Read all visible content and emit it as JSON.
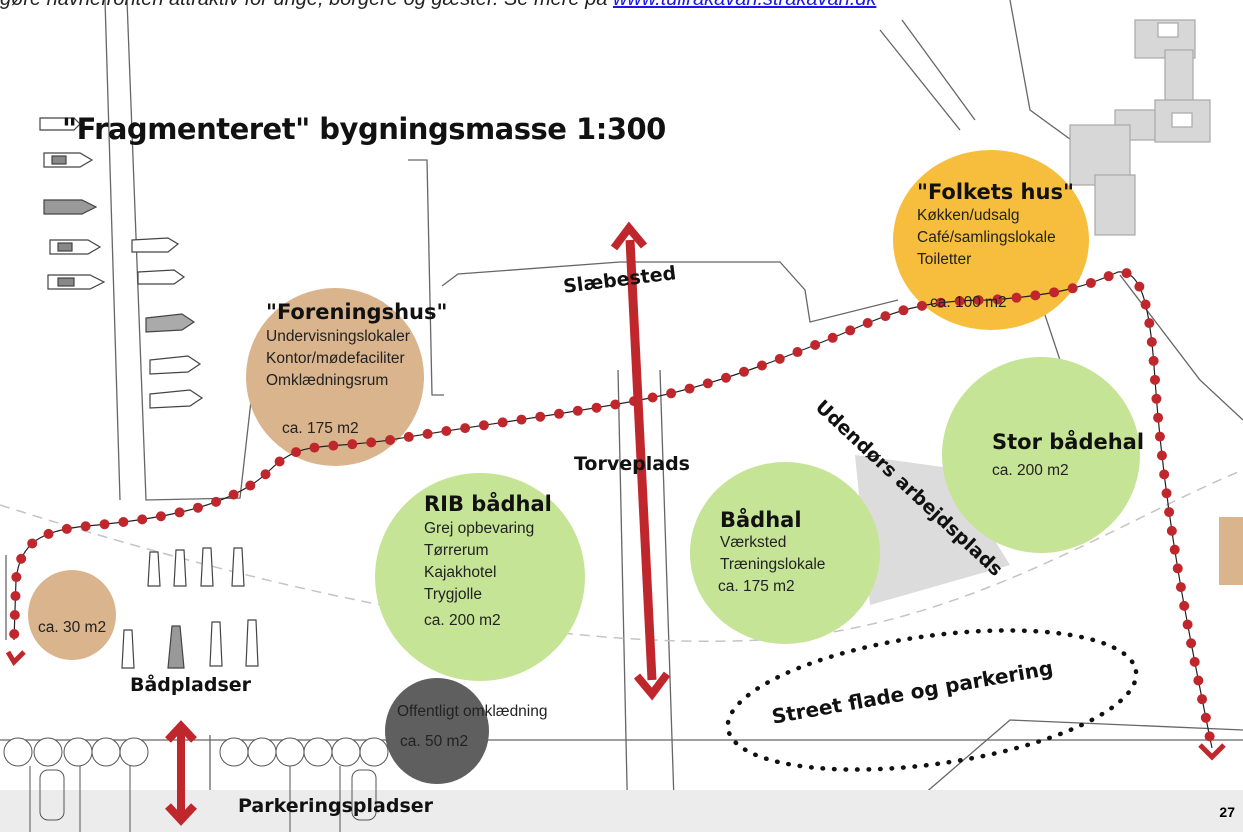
{
  "header": {
    "intro_text": "gøre havnefronten attraktiv for unge, borgere og gæster. Se mere på",
    "link_text": "www.tullrakavan.strakavan.dk"
  },
  "title": "\"Fragmenteret\" bygningsmasse 1:300",
  "areas": {
    "foreningshus": {
      "name": "\"Foreningshus\"",
      "lines": [
        "Undervisningslokaler",
        "Kontor/mødefaciliter",
        "Omklædningsrum"
      ],
      "area": "ca. 175 m2",
      "color": "#d9b48c"
    },
    "folkets_hus": {
      "name": "\"Folkets hus\"",
      "lines": [
        "Køkken/udsalg",
        "Café/samlingslokale",
        "Toiletter"
      ],
      "area": "ca. 100 m2",
      "color": "#f6be3c"
    },
    "rib": {
      "name": "RIB bådhal",
      "lines": [
        "Grej opbevaring",
        "Tørrerum",
        "Kajakhotel",
        "Trygjolle"
      ],
      "area": "ca. 200 m2",
      "color": "#c6e496"
    },
    "badhal": {
      "name": "Bådhal",
      "lines": [
        "Værksted",
        "Træningslokale"
      ],
      "area": "ca. 175 m2",
      "color": "#c6e496"
    },
    "stor": {
      "name": "Stor bådehal",
      "area": "ca. 200 m2",
      "color": "#c6e496"
    },
    "small": {
      "area": "ca. 30 m2",
      "color": "#d9b48c"
    },
    "omklaedning": {
      "name": "Offentligt omklædning",
      "area": "ca. 50 m2",
      "color": "#5f5f5f"
    }
  },
  "places": {
    "slaebested": "Slæbested",
    "torveplads": "Torveplads",
    "udendors": "Udendørs arbejdsplads",
    "street": "Street flade og parkering",
    "badpladser": "Bådpladser",
    "parkering": "Parkeringspladser"
  },
  "colors": {
    "route": "#c0272d",
    "line": "#555555"
  },
  "page_number": "27"
}
